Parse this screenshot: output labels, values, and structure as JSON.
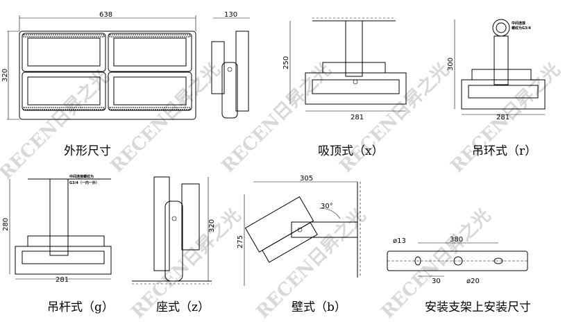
{
  "watermark": "RECEN日昇之光",
  "views": {
    "outline": {
      "caption": "外形尺寸",
      "width": "638",
      "height": "320",
      "depth": "130"
    },
    "ceiling": {
      "caption": "吸顶式（x）",
      "height": "250",
      "width": "281"
    },
    "ring": {
      "caption": "吊环式（r）",
      "height": "300",
      "width": "281",
      "note1": "中间连接",
      "note2": "螺纹为G3/4"
    },
    "rod": {
      "caption": "吊杆式（g）",
      "height": "280",
      "width": "281",
      "note1": "中间连接螺纹为",
      "note2": "G3/4（一内一外）"
    },
    "seat": {
      "caption": "座式（z）",
      "height": "320"
    },
    "wall": {
      "caption": "壁式（b）",
      "width": "305",
      "height": "275",
      "angle": "30°"
    },
    "bracket": {
      "caption": "安装支架上安装尺寸",
      "length": "380",
      "hole_small": "ø13",
      "offset": "30",
      "hole_large": "ø20"
    }
  }
}
